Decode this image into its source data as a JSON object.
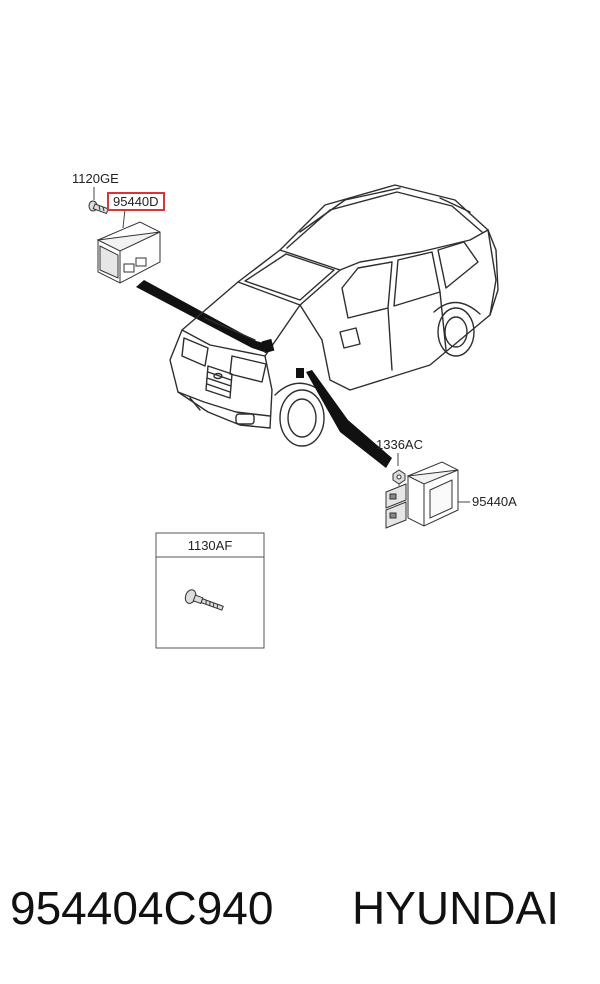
{
  "callouts": {
    "bolt_1120ge": "1120GE",
    "module_95440d": "95440D",
    "nut_1336ac": "1336AC",
    "module_95440a": "95440A",
    "detail_1130af": "1130AF"
  },
  "caption": {
    "part_number": "954404C940",
    "brand": "HYUNDAI"
  },
  "colors": {
    "line": "#3a3a3a",
    "highlight_box": "#d8343a",
    "leader_band": "#111111"
  },
  "icons": [
    "suv-vehicle-illustration",
    "bolt-icon",
    "nut-icon",
    "control-module-icon",
    "connector-module-icon"
  ]
}
